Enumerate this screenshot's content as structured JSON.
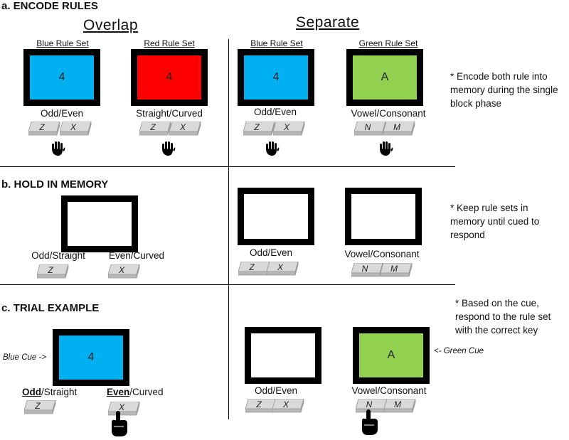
{
  "sections": {
    "a_title": "a. ENCODE RULES",
    "b_title": "b. HOLD IN MEMORY",
    "c_title": "c. TRIAL EXAMPLE"
  },
  "groups": {
    "overlap": "Overlap",
    "separate": "Separate"
  },
  "rule_sets": {
    "blue": "Blue Rule Set",
    "red": "Red Rule Set",
    "green": "Green Rule Set"
  },
  "stimuli": {
    "number": "4",
    "letter": "A"
  },
  "labels": {
    "odd_even": "Odd/Even",
    "straight_curved": "Straight/Curved",
    "vowel_consonant": "Vowel/Consonant",
    "odd_straight": "Odd/Straight",
    "even_curved": "Even/Curved",
    "odd": "Odd",
    "straight_suffix": "/Straight",
    "even": "Even",
    "curved_suffix": "/Curved"
  },
  "keys": {
    "z": "Z",
    "x": "X",
    "n": "N",
    "m": "M"
  },
  "notes": {
    "a": "* Encode both rule into memory during the single block phase",
    "b": "* Keep rule sets in memory until cued to respond",
    "c": "* Based on the cue, respond to the rule set with the correct key"
  },
  "cues": {
    "blue": "Blue Cue ->",
    "green": "<- Green Cue"
  },
  "colors": {
    "blue": "#00B0F0",
    "red": "#FF0000",
    "green": "#92D050",
    "frame": "#000000",
    "key": "#D9D9D9"
  },
  "icons": {
    "hand": "hand-icon",
    "pointing_hand": "pointing-hand-icon"
  }
}
